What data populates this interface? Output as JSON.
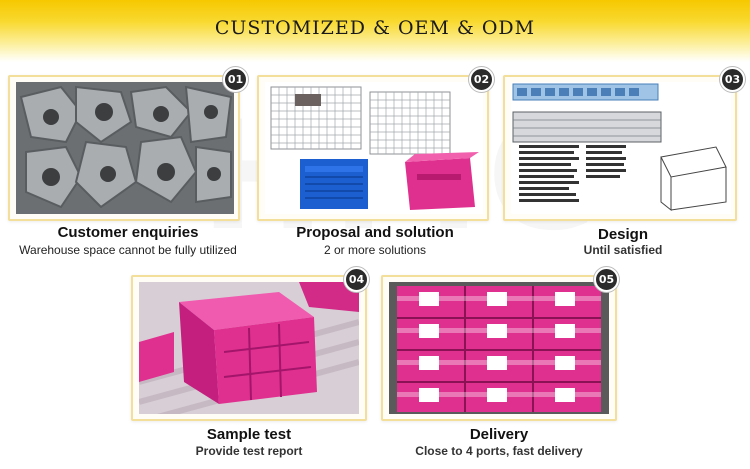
{
  "header": {
    "title": "CUSTOMIZED & OEM & ODM"
  },
  "steps": [
    {
      "badge": "01",
      "title": "Customer enquiries",
      "subtitle": "Warehouse space cannot be fully utilized",
      "image": "steel-castings-photo"
    },
    {
      "badge": "02",
      "title": "Proposal and solution",
      "subtitle": "2 or more solutions",
      "image": "wire-mesh-containers-photo"
    },
    {
      "badge": "03",
      "title": "Design",
      "subtitle": "Until satisfied",
      "image": "design-drawing-photo"
    },
    {
      "badge": "04",
      "title": "Sample test",
      "subtitle": "Provide test report",
      "image": "pink-pallet-cage-photo"
    },
    {
      "badge": "05",
      "title": "Delivery",
      "subtitle": "Close to 4 ports, fast delivery",
      "image": "wrapped-cages-photo"
    }
  ],
  "colors": {
    "banner": "#f6c800",
    "frame_border": "#f3de9a",
    "badge": "#2b2b2b",
    "pink": "#e0308f",
    "blue": "#1b5fd0"
  }
}
